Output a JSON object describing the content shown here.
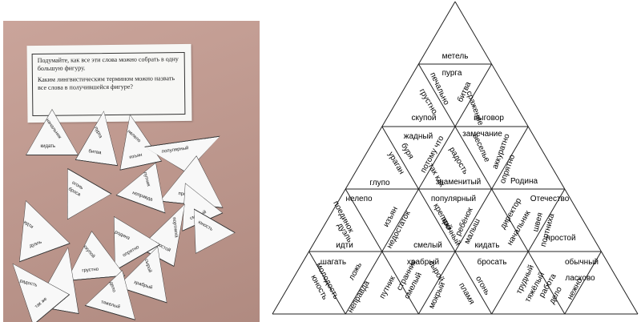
{
  "note": {
    "line1": "Подумайте, как все эти слова можно собрать в одну большую фигуру.",
    "line2": "Каким лингвистическим термином можно назвать все слова в получившейся фигуре?"
  },
  "photo_pieces": [
    {
      "words": [
        "кидать",
        "начальник"
      ]
    },
    {
      "words": [
        "битва",
        "пурга"
      ]
    },
    {
      "words": [
        "изъян",
        "нелепо"
      ]
    },
    {
      "words": [
        "популярный"
      ]
    },
    {
      "words": [
        "прочный"
      ]
    },
    {
      "words": [
        "неправда",
        "путник"
      ]
    },
    {
      "words": [
        "смелый"
      ]
    },
    {
      "words": [
        "простой",
        "портниха"
      ]
    },
    {
      "words": [
        "огонь",
        "броса"
      ]
    },
    {
      "words": [
        "дуэль",
        "идти"
      ]
    },
    {
      "words": [
        "опрятно",
        "родина"
      ]
    },
    {
      "words": [
        "грустно",
        "скупой"
      ]
    },
    {
      "words": [
        "храбрый",
        "сырой"
      ]
    },
    {
      "words": [
        "метель"
      ]
    },
    {
      "words": [
        "так же",
        "радость"
      ]
    },
    {
      "words": [
        "тяжелый",
        "дело"
      ]
    },
    {
      "words": [
        "юность"
      ]
    }
  ],
  "pyramid": {
    "r0": {
      "w": [
        "метель"
      ]
    },
    "r1": [
      {
        "w": [
          "пурга",
          "печально",
          "битва"
        ]
      },
      {
        "w": [
          "грустно",
          "сражение",
          "скупой"
        ]
      },
      {
        "w": [
          "выговор"
        ]
      }
    ],
    "r2_words": [
      "жадный",
      "буря",
      "ураган",
      "потому что",
      "глупо",
      "так как",
      "радость",
      "знаменитый",
      "замечание",
      "веселье",
      "аккуратно",
      "опрятно",
      "Родина"
    ],
    "r3_words": [
      "нелепо",
      "поединок",
      "дуэль",
      "идти",
      "изъян",
      "недостаток",
      "популярный",
      "крепкий",
      "прочный",
      "смелый",
      "ребёнок",
      "малыш",
      "Отечество",
      "директор",
      "начальник",
      "кидать",
      "швея",
      "портниха",
      "простой"
    ],
    "r4_words": [
      "шагать",
      "молодость",
      "юность",
      "ложь",
      "неправда",
      "путник",
      "храбрый",
      "странник",
      "смелый",
      "сырой",
      "мокрый",
      "бросать",
      "пламя",
      "огонь",
      "трудный",
      "тяжёлый",
      "обычный",
      "работа",
      "дело",
      "нежно",
      "ласково"
    ]
  }
}
